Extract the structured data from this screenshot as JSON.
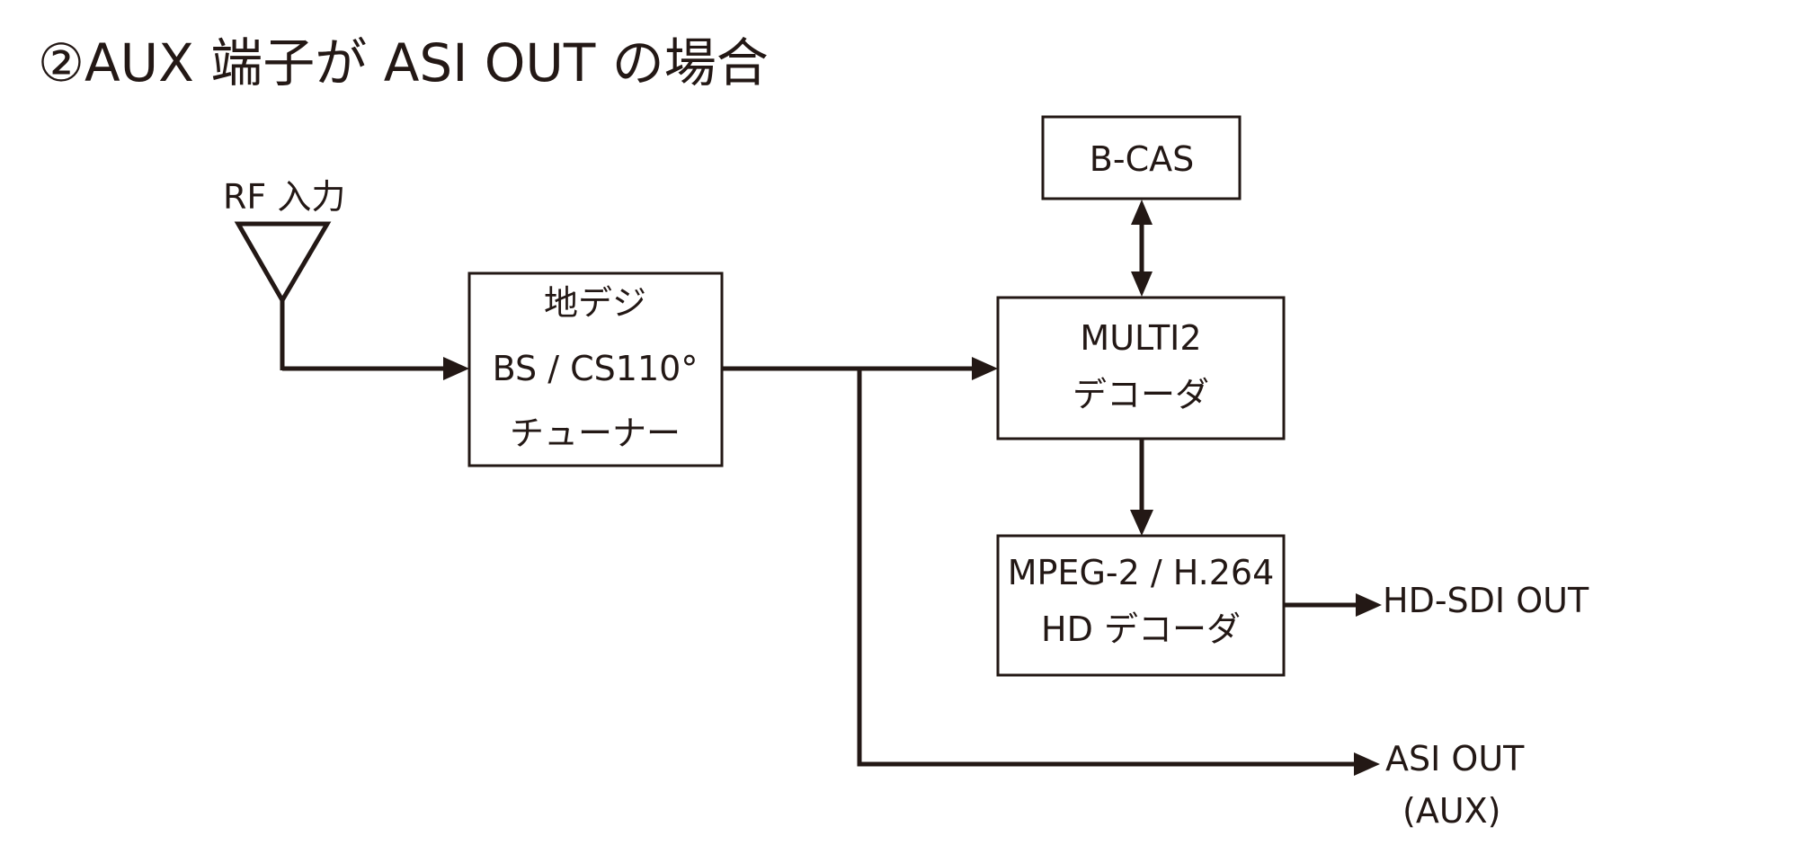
{
  "title": "②AUX 端子が ASI OUT の場合",
  "colors": {
    "ink": "#231815",
    "background": "#ffffff"
  },
  "icons": {
    "antenna": "antenna-icon"
  },
  "input": {
    "label": "RF 入力"
  },
  "tuner": {
    "line1": "地デジ",
    "line2": "BS / CS110°",
    "line3": "チューナー"
  },
  "bcas": {
    "label": "B-CAS"
  },
  "multi2": {
    "line1": "MULTI2",
    "line2": "デコーダ"
  },
  "hd_decoder": {
    "line1": "MPEG-2 / H.264",
    "line2": "HD デコーダ"
  },
  "outputs": {
    "hd_sdi": "HD-SDI OUT",
    "asi_line1": "ASI OUT",
    "asi_line2": "(AUX)"
  }
}
